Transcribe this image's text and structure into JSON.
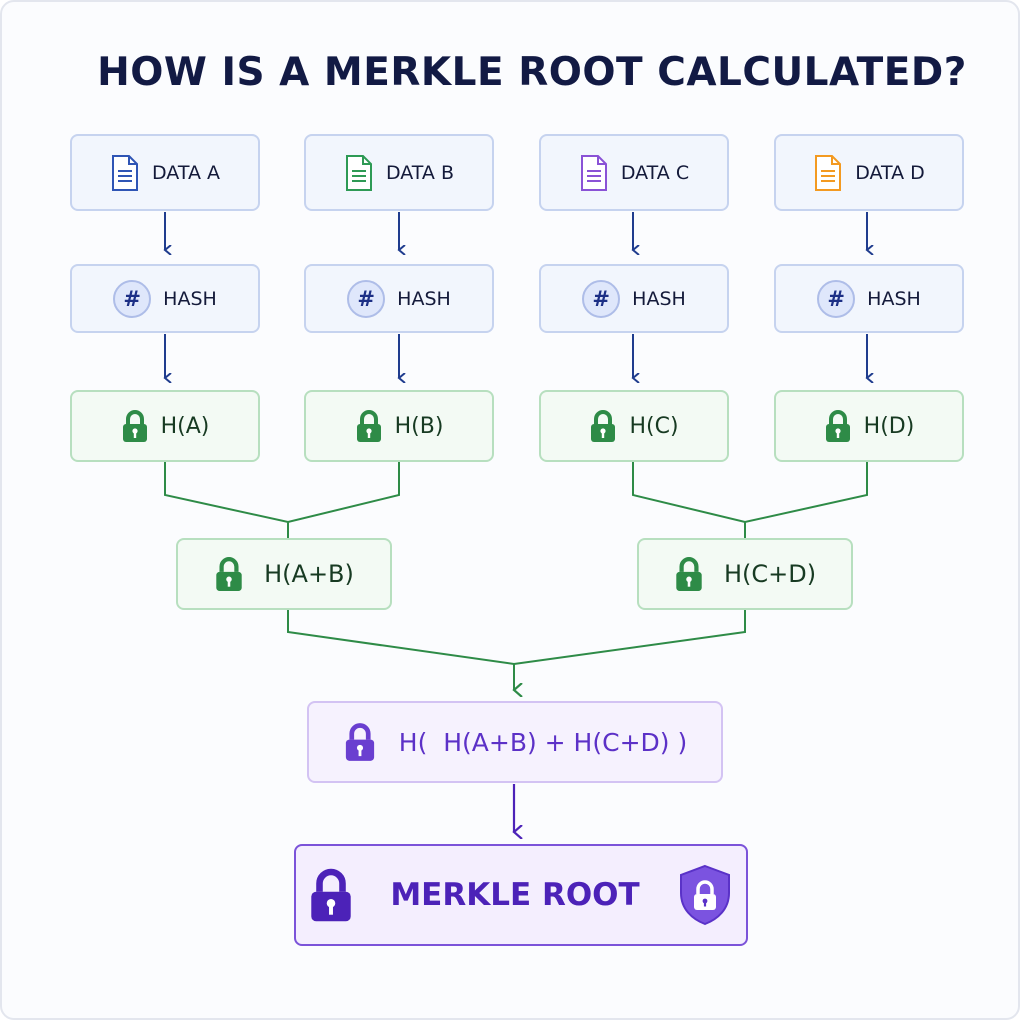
{
  "title": "HOW IS A MERKLE ROOT CALCULATED?",
  "data_blocks": [
    {
      "label": "DATA A",
      "icon": "document-icon",
      "color": "#2f55b5"
    },
    {
      "label": "DATA B",
      "icon": "document-icon",
      "color": "#2e9a55"
    },
    {
      "label": "DATA C",
      "icon": "document-icon",
      "color": "#8a52d6"
    },
    {
      "label": "DATA D",
      "icon": "document-icon",
      "color": "#f39a21"
    }
  ],
  "hash_steps": [
    {
      "label": "HASH",
      "icon": "hash-icon"
    },
    {
      "label": "HASH",
      "icon": "hash-icon"
    },
    {
      "label": "HASH",
      "icon": "hash-icon"
    },
    {
      "label": "HASH",
      "icon": "hash-icon"
    }
  ],
  "leaf_hashes": [
    {
      "label": "H(A)",
      "icon": "lock-icon"
    },
    {
      "label": "H(B)",
      "icon": "lock-icon"
    },
    {
      "label": "H(C)",
      "icon": "lock-icon"
    },
    {
      "label": "H(D)",
      "icon": "lock-icon"
    }
  ],
  "pair_hashes": [
    {
      "label": "H(A+B)",
      "icon": "lock-icon"
    },
    {
      "label": "H(C+D)",
      "icon": "lock-icon"
    }
  ],
  "combined_hash": {
    "label": "H(  H(A+B) + H(C+D) )",
    "icon": "lock-icon"
  },
  "merkle_root": {
    "label": "MERKLE ROOT",
    "icon": "lock-icon",
    "badge_icon": "shield-lock-icon"
  },
  "colors": {
    "arrow_blue": "#1f3c8e",
    "connector_green": "#2e8b47",
    "lock_green": "#2e8b47",
    "purple": "#6a3fd0",
    "root_purple": "#4c22b8",
    "title": "#121a44"
  }
}
